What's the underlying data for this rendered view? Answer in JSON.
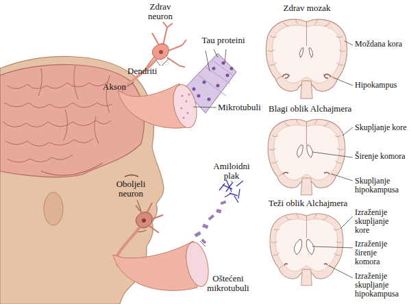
{
  "diagram": {
    "labels": [
      "Zdrav neuron",
      "Tau proteini",
      "Dendriti",
      "Akson",
      "Mikrotubuli",
      "Amiloidni plak",
      "Oboljeli neuron",
      "Oštećeni mikrotubuli",
      "Zdrav mozak",
      "Moždana kora",
      "Hipokampus",
      "Blagi oblik Alchajmera",
      "Skupljanje kore",
      "Širenje komora",
      "Skupljanje hipokampusa",
      "Teži oblik Alchajmera",
      "Izraženije skupljanje kore",
      "Izraženije širenje komora",
      "Izraženije skupljanje hipokampusa"
    ]
  }
}
